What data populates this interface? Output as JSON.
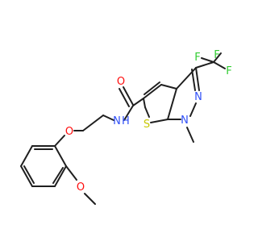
{
  "molecule": {
    "atoms": {
      "O_amide": "O",
      "N_amide": "N",
      "H_amide": "H",
      "S_ring": "S",
      "N_methyl": "N",
      "N_pyrazole": "N",
      "O_ether": "O",
      "O_methoxy": "O",
      "F1": "F",
      "F2": "F",
      "F3": "F"
    },
    "colors": {
      "bond": "#1f1f1f",
      "oxygen": "#ff0d0d",
      "nitrogen": "#3050f8",
      "sulfur": "#c8c800",
      "fluorine": "#32cd32"
    }
  }
}
